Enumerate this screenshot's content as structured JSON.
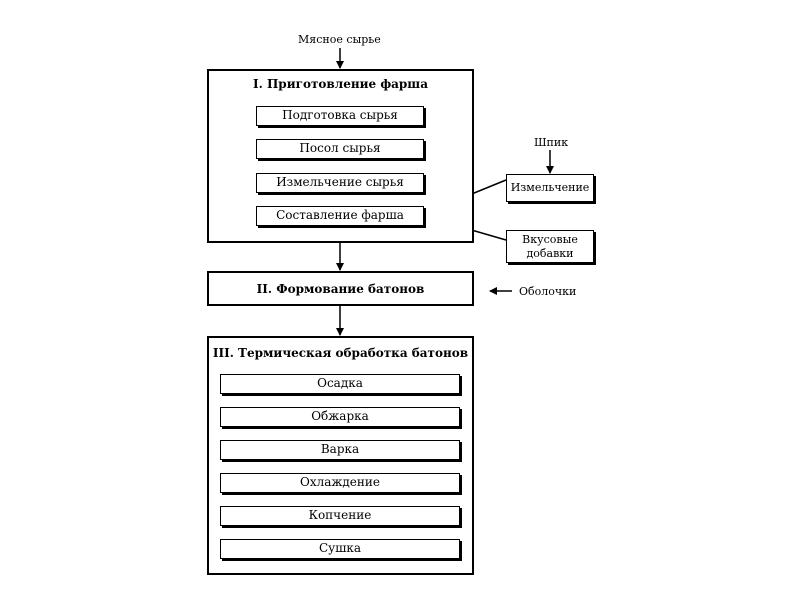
{
  "input_label": "Мясное сырье",
  "stage1": {
    "title": "I. Приготовление фарша",
    "steps": [
      "Подготовка сырья",
      "Посол сырья",
      "Измельчение сырья",
      "Составление фарша"
    ]
  },
  "stage2": {
    "title": "II. Формование батонов"
  },
  "stage3": {
    "title": "III. Термическая обработка батонов",
    "steps": [
      "Осадка",
      "Обжарка",
      "Варка",
      "Охлаждение",
      "Копчение",
      "Сушка"
    ]
  },
  "side": {
    "shpik_label": "Шпик",
    "grinding_box": "Измельчение",
    "seasoning_box_line1": "Вкусовые",
    "seasoning_box_line2": "добавки",
    "casings_label": "Оболочки"
  }
}
